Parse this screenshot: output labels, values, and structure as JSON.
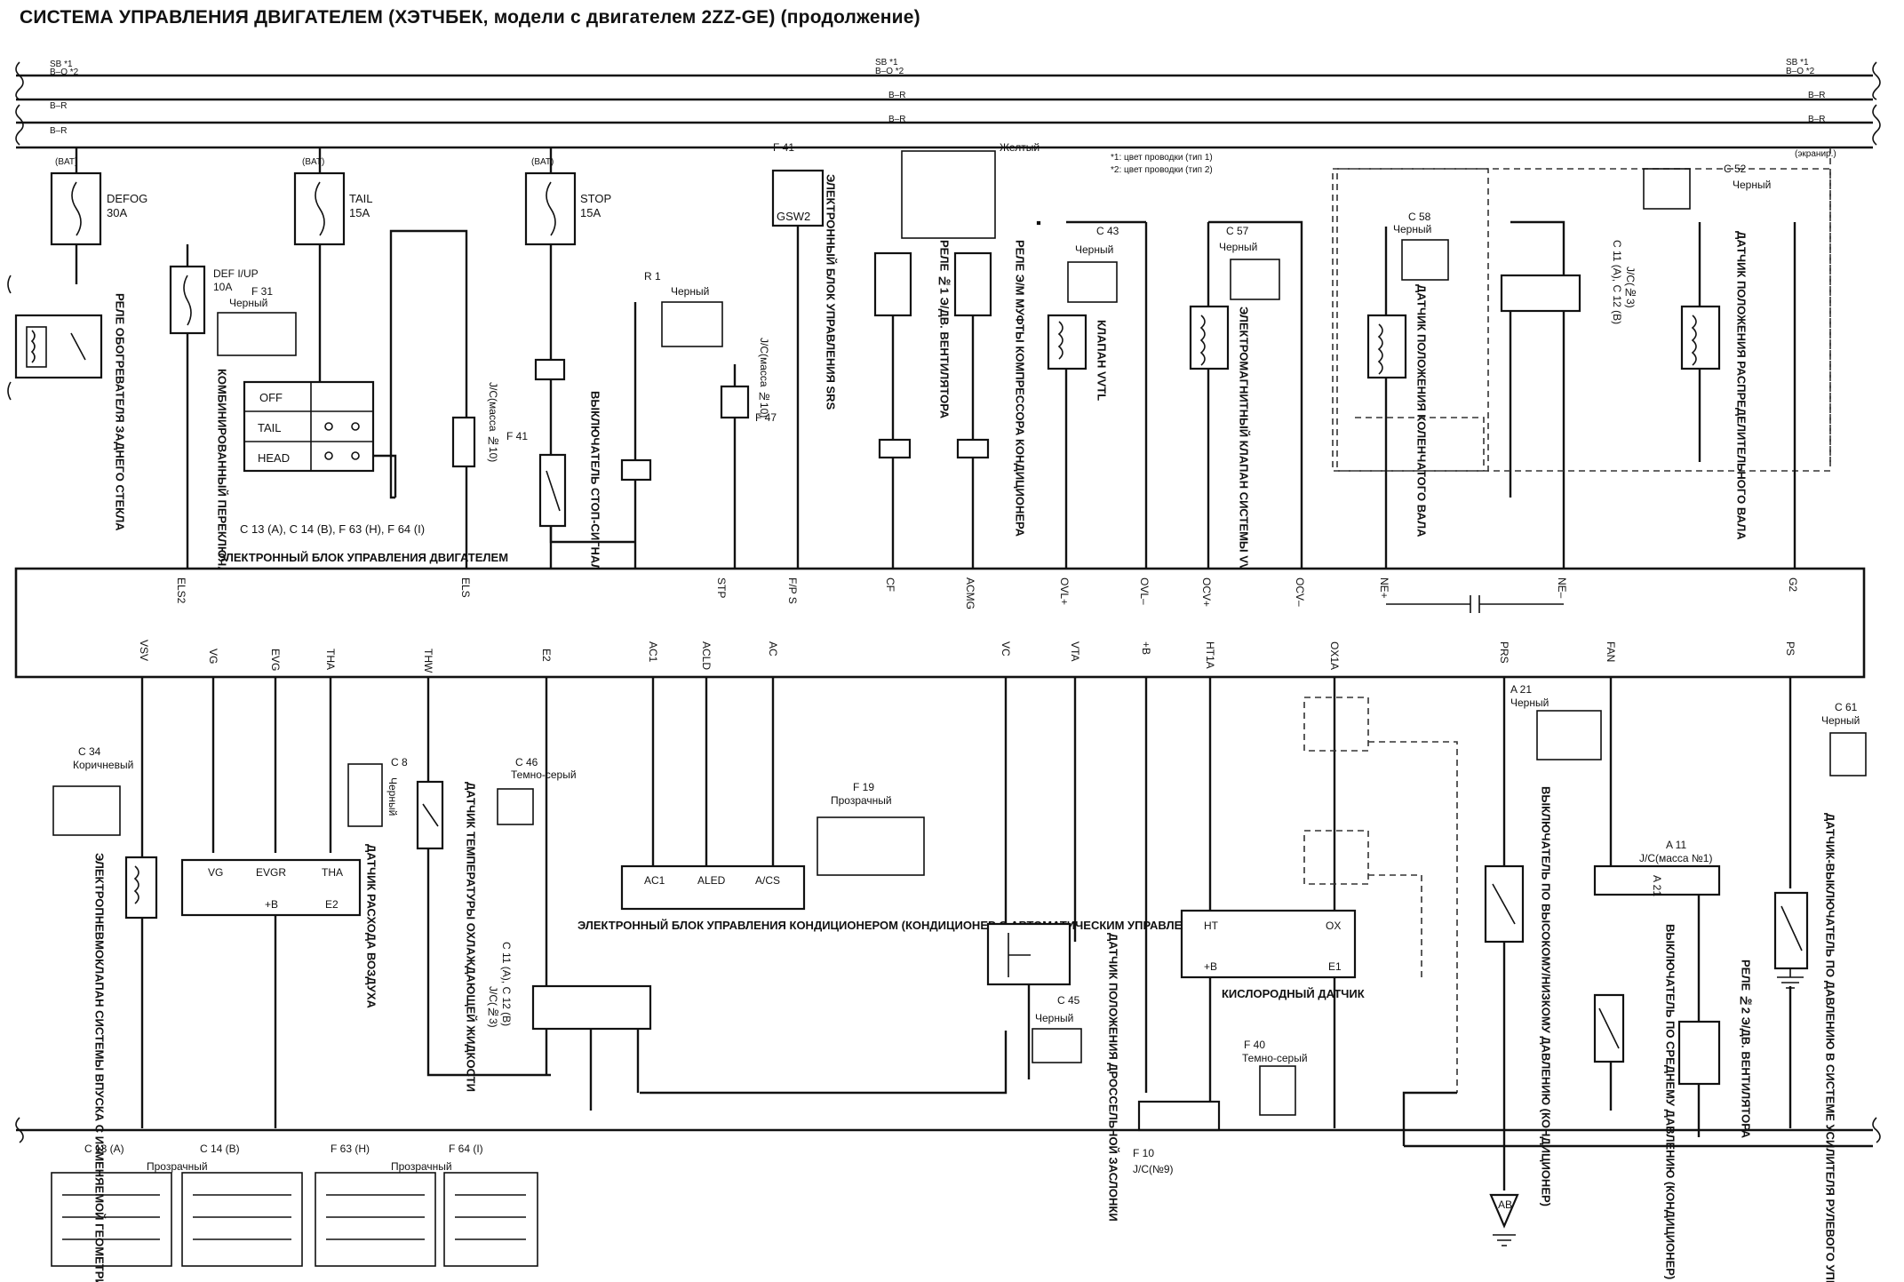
{
  "title": "СИСТЕМА УПРАВЛЕНИЯ ДВИГАТЕЛЕМ (ХЭТЧБЕК, модели с двигателем 2ZZ-GE) (продолжение)",
  "bus": {
    "top1": "SB *1",
    "top2": "B–O *2",
    "br": "B–R",
    "shield": "(экранир.)",
    "notes": [
      "*1: цвет проводки (тип 1)",
      "*2: цвет проводки (тип 2)"
    ]
  },
  "fuses": [
    {
      "source": "(BAT)",
      "name": "DEFOG",
      "amps": "30A"
    },
    {
      "source": "(BAT)",
      "name": "TAIL",
      "amps": "15A"
    },
    {
      "source": "(BAT)",
      "name": "STOP",
      "amps": "15A"
    },
    {
      "source": "",
      "name": "DEF I/UP",
      "amps": "10A"
    }
  ],
  "top_components": {
    "defog_relay": "РЕЛЕ ОБОГРЕВАТЕЛЯ ЗАДНЕГО СТЕКЛА",
    "combo_switch": {
      "code": "F 31",
      "color": "Черный",
      "name": "КОМБИНИРОВАННЫЙ ПЕРЕКЛЮЧАТЕЛЬ",
      "rows": [
        "OFF",
        "TAIL",
        "HEAD"
      ]
    },
    "jc_mass10": "J/C(масса №10)",
    "stop_switch": {
      "code": "F 41",
      "name": "ВЫКЛЮЧАТЕЛЬ СТОП-СИГНАЛОВ"
    },
    "stop_conn": {
      "code": "R 1",
      "color": "Черный"
    },
    "jc_mass10b": {
      "code": "F 47",
      "name": "J/C(масса №10)"
    },
    "srs": {
      "code": "F 41",
      "pin": "GSW2",
      "name": "ЭЛЕКТРОННЫЙ БЛОК УПРАВЛЕНИЯ SRS"
    },
    "yellow": "Желтый",
    "fan_relay1": "РЕЛЕ №1 Э/ДВ. ВЕНТИЛЯТОРА",
    "ac_clutch_relay": "РЕЛЕ Э/М МУФТЫ КОМПРЕССОРА КОНДИЦИОНЕРА",
    "vvtl": {
      "code": "C 43",
      "color": "Черный",
      "name": "КЛАПАН VVTL"
    },
    "vvt": {
      "code": "C 57",
      "color": "Черный",
      "name": "ЭЛЕКТРОМАГНИТНЫЙ КЛАПАН СИСТЕМЫ VVT"
    },
    "crank": {
      "code": "C 58",
      "color": "Черный",
      "name": "ДАТЧИК ПОЛОЖЕНИЯ КОЛЕНЧАТОГО ВАЛА"
    },
    "jc3": {
      "code": "C 11 (A), C 12 (B)",
      "name": "J/C(№3)"
    },
    "cam": {
      "code": "C 52",
      "color": "Черный",
      "name": "ДАТЧИК ПОЛОЖЕНИЯ РАСПРЕДЕЛИТЕЛЬНОГО ВАЛА"
    }
  },
  "ecu": {
    "name": "ЭЛЕКТРОННЫЙ БЛОК УПРАВЛЕНИЯ ДВИГАТЕЛЕМ",
    "connectors": "C 13 (A), C 14 (B), F 63 (H), F 64 (I)",
    "top_pins": [
      "ELS2",
      "ELS",
      "STP",
      "F/P S",
      "CF",
      "ACMG",
      "OVL+",
      "OVL–",
      "OCV+",
      "OCV–",
      "NE+",
      "NE–",
      "G2"
    ],
    "bottom_pins": [
      "VSV",
      "VG",
      "EVG",
      "THA",
      "THW",
      "E2",
      "AC1",
      "ACLD",
      "AC",
      "VC",
      "VTA",
      "+B",
      "HT1A",
      "OX1A",
      "PRS",
      "FAN",
      "PS"
    ]
  },
  "bottom_components": {
    "vsv": {
      "code": "C 34",
      "color": "Коричневый",
      "name": "ЭЛЕКТРОПНЕВМОКЛАПАН СИСТЕМЫ ВПУСКА С ИЗМЕНЯЕМОЙ ГЕОМЕТРИЕЙ"
    },
    "maf": {
      "code": "C 8",
      "color": "Черный",
      "name": "ДАТЧИК РАСХОДА ВОЗДУХА",
      "pins": [
        "VG",
        "EVGR",
        "THA",
        "+B",
        "E2"
      ]
    },
    "thw": {
      "code": "C 46",
      "color": "Темно-серый",
      "name": "ДАТЧИК ТЕМПЕРАТУРЫ ОХЛАЖДАЮЩЕЙ ЖИДКОСТИ"
    },
    "jc3b": {
      "code": "C 11 (A), C 12 (B)",
      "name": "J/C(№3)"
    },
    "ac_ecu": {
      "code": "F 19",
      "color": "Прозрачный",
      "name": "ЭЛЕКТРОННЫЙ БЛОК УПРАВЛЕНИЯ КОНДИЦИОНЕРОМ (КОНДИЦИОНЕР С АВТОМАТИЧЕСКИМ УПРАВЛЕНИЕМ)",
      "pins": [
        "AC1",
        "ALED",
        "A/CS"
      ]
    },
    "tps": {
      "code": "C 45",
      "color": "Черный",
      "name": "ДАТЧИК ПОЛОЖЕНИЯ ДРОССЕЛЬНОЙ ЗАСЛОНКИ"
    },
    "o2": {
      "code": "F 40",
      "color": "Темно-серый",
      "name": "КИСЛОРОДНЫЙ ДАТЧИК",
      "pins": [
        "HT",
        "OX",
        "+B",
        "E1"
      ]
    },
    "jc9": {
      "code": "F 10",
      "name": "J/C(№9)"
    },
    "hi_press": {
      "code": "A 21",
      "color": "Черный",
      "name": "ВЫКЛЮЧАТЕЛЬ ПО ВЫСОКОМУ/НИЗКОМУ ДАВЛЕНИЮ (КОНДИЦИОНЕР)"
    },
    "jc_mass1": {
      "code": "A 11",
      "name": "J/C(масса №1)"
    },
    "mid_press": {
      "code": "A 21",
      "name": "ВЫКЛЮЧАТЕЛЬ ПО СРЕДНЕМУ ДАВЛЕНИЮ (КОНДИЦИОНЕР)"
    },
    "fan_relay2": "РЕЛЕ №2 Э/ДВ. ВЕНТИЛЯТОРА",
    "ps_switch": {
      "code": "C 61",
      "color": "Черный",
      "name": "ДАТЧИК-ВЫКЛЮЧАТЕЛЬ ПО ДАВЛЕНИЮ В СИСТЕМЕ УСИЛИТЕЛЯ РУЛЕВОГО УПРАВЛЕНИЯ"
    }
  },
  "connectors_legend": [
    {
      "code": "C 13 (A)",
      "color": ""
    },
    {
      "code": "C 14 (B)",
      "color": "Прозрачный"
    },
    {
      "code": "F 63 (H)",
      "color": ""
    },
    {
      "code": "F 64 (I)",
      "color": "Прозрачный"
    }
  ],
  "ground": "AB",
  "colors": {
    "ink": "#111111",
    "paper": "#ffffff"
  }
}
